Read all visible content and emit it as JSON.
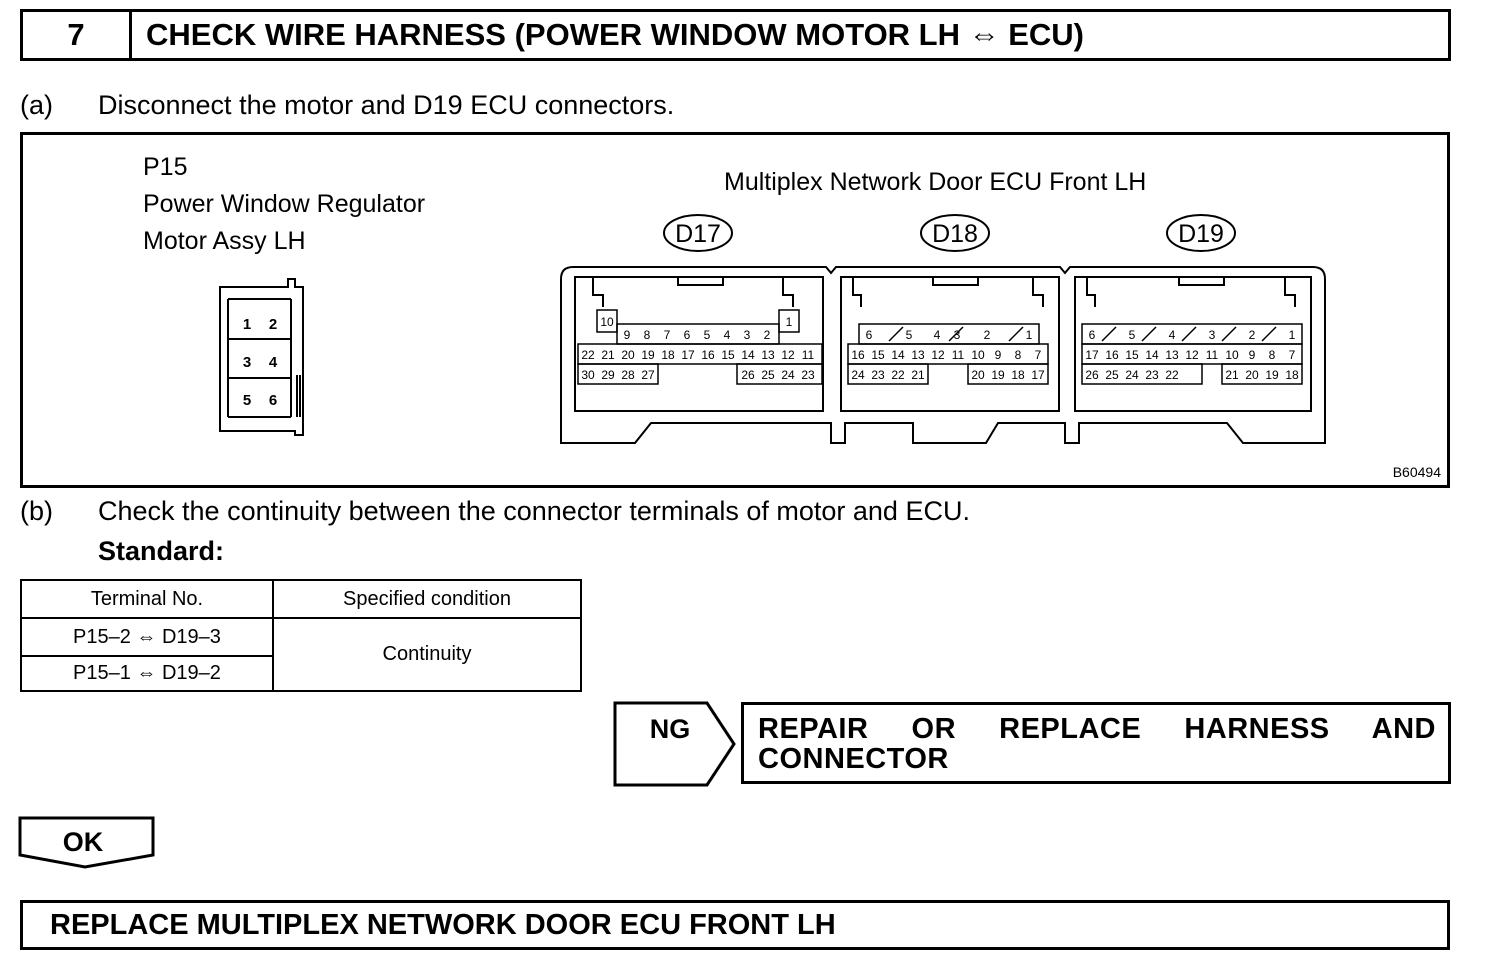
{
  "header": {
    "step_number": "7",
    "title": "CHECK WIRE HARNESS (POWER WINDOW MOTOR LH ⇔ ECU)"
  },
  "step_a": {
    "label": "(a)",
    "text": "Disconnect the motor and D19 ECU connectors."
  },
  "figure": {
    "motor_code": "P15",
    "motor_name_line1": "Power Window Regulator",
    "motor_name_line2": "Motor Assy LH",
    "motor_pins": [
      "1",
      "2",
      "3",
      "4",
      "5",
      "6"
    ],
    "ecu_name": "Multiplex Network Door ECU Front LH",
    "connectors": [
      "D17",
      "D18",
      "D19"
    ],
    "d17_row1": [
      "10",
      "9",
      "8",
      "7",
      "6",
      "5",
      "4",
      "3",
      "2",
      "1"
    ],
    "d17_row2": [
      "22",
      "21",
      "20",
      "19",
      "18",
      "17",
      "16",
      "15",
      "14",
      "13",
      "12",
      "11"
    ],
    "d17_row3": [
      "30",
      "29",
      "28",
      "27",
      "26",
      "25",
      "24",
      "23"
    ],
    "d18_row1": [
      "6",
      "5",
      "4",
      "3",
      "2",
      "1"
    ],
    "d18_row2": [
      "16",
      "15",
      "14",
      "13",
      "12",
      "11",
      "10",
      "9",
      "8",
      "7"
    ],
    "d18_row3": [
      "24",
      "23",
      "22",
      "21",
      "20",
      "19",
      "18",
      "17"
    ],
    "d19_row1": [
      "6",
      "5",
      "4",
      "3",
      "2",
      "1"
    ],
    "d19_row2": [
      "17",
      "16",
      "15",
      "14",
      "13",
      "12",
      "11",
      "10",
      "9",
      "8",
      "7"
    ],
    "d19_row3": [
      "26",
      "25",
      "24",
      "23",
      "22",
      "21",
      "20",
      "19",
      "18"
    ],
    "figure_code": "B60494"
  },
  "step_b": {
    "label": "(b)",
    "text": "Check the continuity between the connector terminals of motor and ECU."
  },
  "standard_label": "Standard:",
  "spec_table": {
    "headers": [
      "Terminal No.",
      "Specified condition"
    ],
    "rows": [
      {
        "terminal": "P15–2 ⇔ D19–3"
      },
      {
        "terminal": "P15–1 ⇔ D19–2"
      }
    ],
    "condition": "Continuity"
  },
  "ng": {
    "label": "NG",
    "result": "REPAIR OR REPLACE HARNESS AND CONNECTOR"
  },
  "ok": {
    "label": "OK"
  },
  "final_step": "REPLACE MULTIPLEX NETWORK DOOR ECU FRONT LH"
}
